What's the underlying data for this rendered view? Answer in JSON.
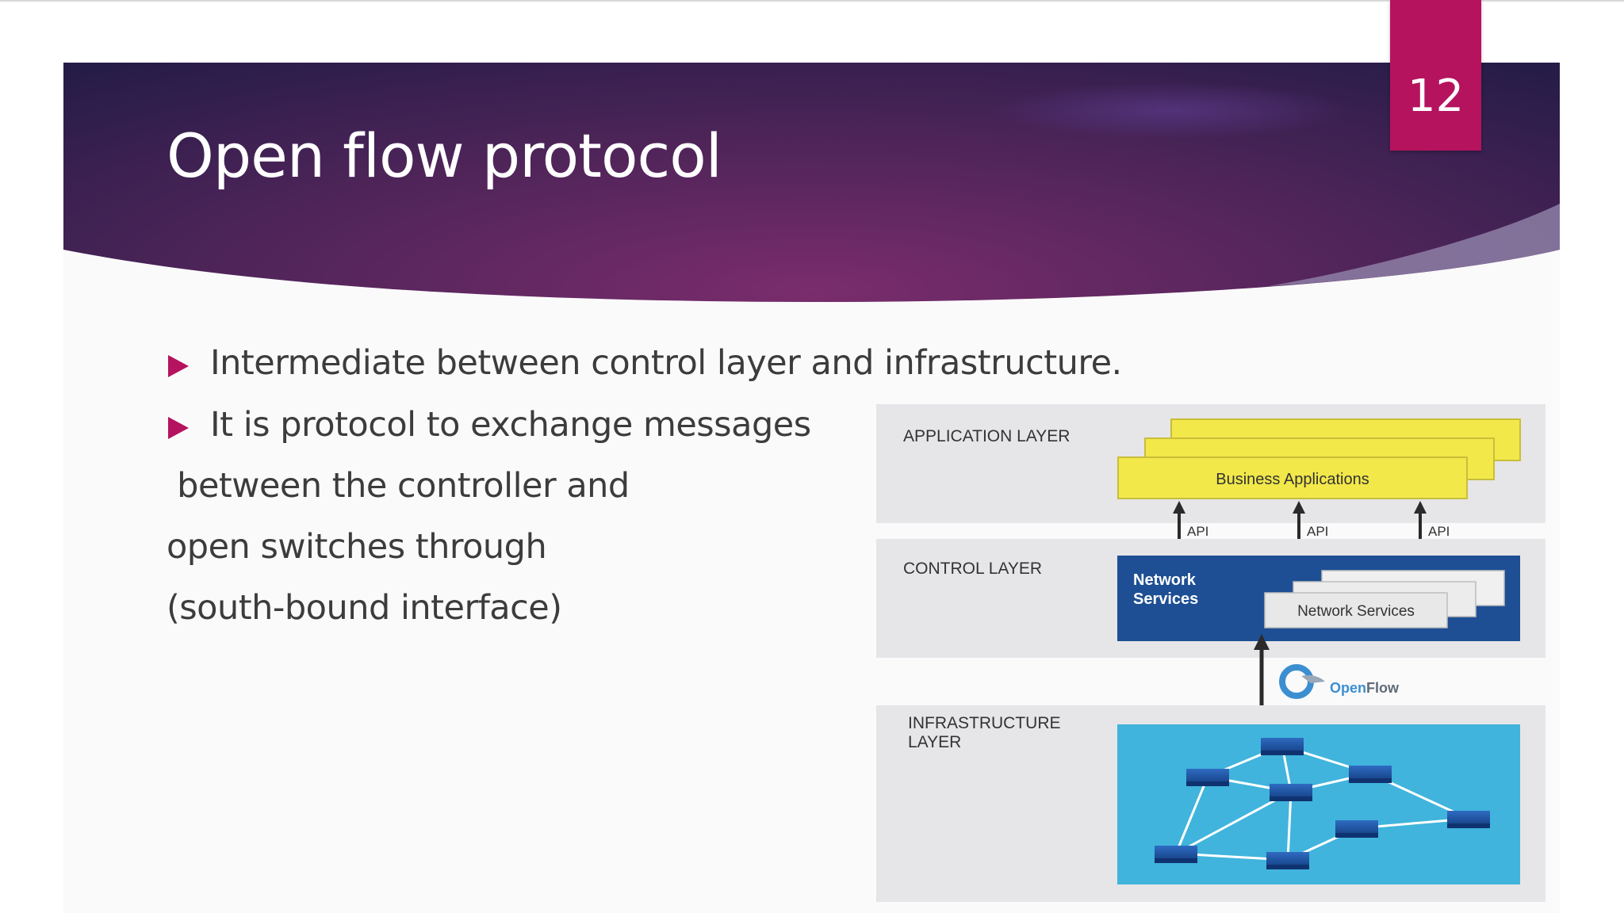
{
  "slide": {
    "title": "Open flow protocol",
    "page_number": "12",
    "bullets": [
      "Intermediate between control layer and infrastructure.",
      "It is protocol to exchange messages"
    ],
    "continuation_lines": [
      " between the controller and",
      "open switches through",
      "(south-bound interface)"
    ],
    "colors": {
      "banner_dark": "#2a1d4a",
      "banner_mid": "#6a2a64",
      "accent": "#b5135e",
      "text": "#3c3c3c"
    }
  },
  "diagram": {
    "application_layer_label": "APPLICATION LAYER",
    "business_apps_label": "Business Applications",
    "api_label": "API",
    "control_layer_label": "CONTROL LAYER",
    "network_services_label_line1": "Network",
    "network_services_label_line2": "Services",
    "network_services_card_label": "Network Services",
    "openflow_logo_text_open": "Open",
    "openflow_logo_text_flow": "Flow",
    "infrastructure_layer_label_line1": "INFRASTRUCTURE",
    "infrastructure_layer_label_line2": "LAYER",
    "colors": {
      "panel": "#e6e5e8",
      "app_yellow": "#f2e84a",
      "control_blue": "#1e4f94",
      "infra_cyan": "#40b4dc",
      "switch": "#1a4f9c"
    }
  }
}
